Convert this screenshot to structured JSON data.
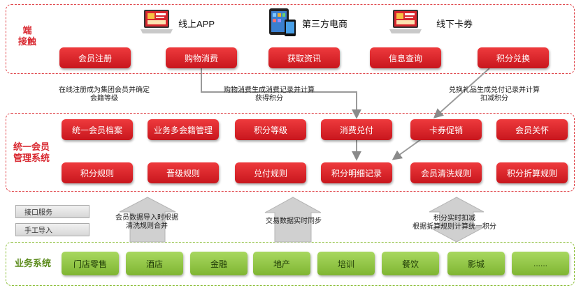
{
  "touch": {
    "label": "端\n接触",
    "channels": [
      "线上APP",
      "第三方电商",
      "线下卡券"
    ],
    "buttons": [
      "会员注册",
      "购物消费",
      "获取资讯",
      "信息查询",
      "积分兑换"
    ]
  },
  "captions": {
    "register": "在线注册成为集团会员并确定\n会籍等级",
    "shopping": "购物消费生成消费记录并计算\n获得积分",
    "exchange": "兑换礼品生成兑付记录并计算\n扣减积分",
    "import": "会员数据导入时根据\n清洗规则合并",
    "sync": "交易数据实时同步",
    "deduct": "积分实时扣减\n根据折算规则计算统一积分"
  },
  "system": {
    "label": "统一会员\n管理系统",
    "row1": [
      "统一会员档案",
      "业务多会籍管理",
      "积分等级",
      "消费兑付",
      "卡券促销",
      "会员关怀"
    ],
    "row2": [
      "积分规则",
      "晋级规则",
      "兑付规则",
      "积分明细记录",
      "会员清洗规则",
      "积分折算规则"
    ]
  },
  "side": [
    "接口服务",
    "手工导入"
  ],
  "business": {
    "label": "业务系统",
    "items": [
      "门店零售",
      "酒店",
      "金融",
      "地产",
      "培训",
      "餐饮",
      "影城",
      "......"
    ]
  },
  "colors": {
    "red": "#d8262e",
    "green": "#8cbf3a"
  }
}
